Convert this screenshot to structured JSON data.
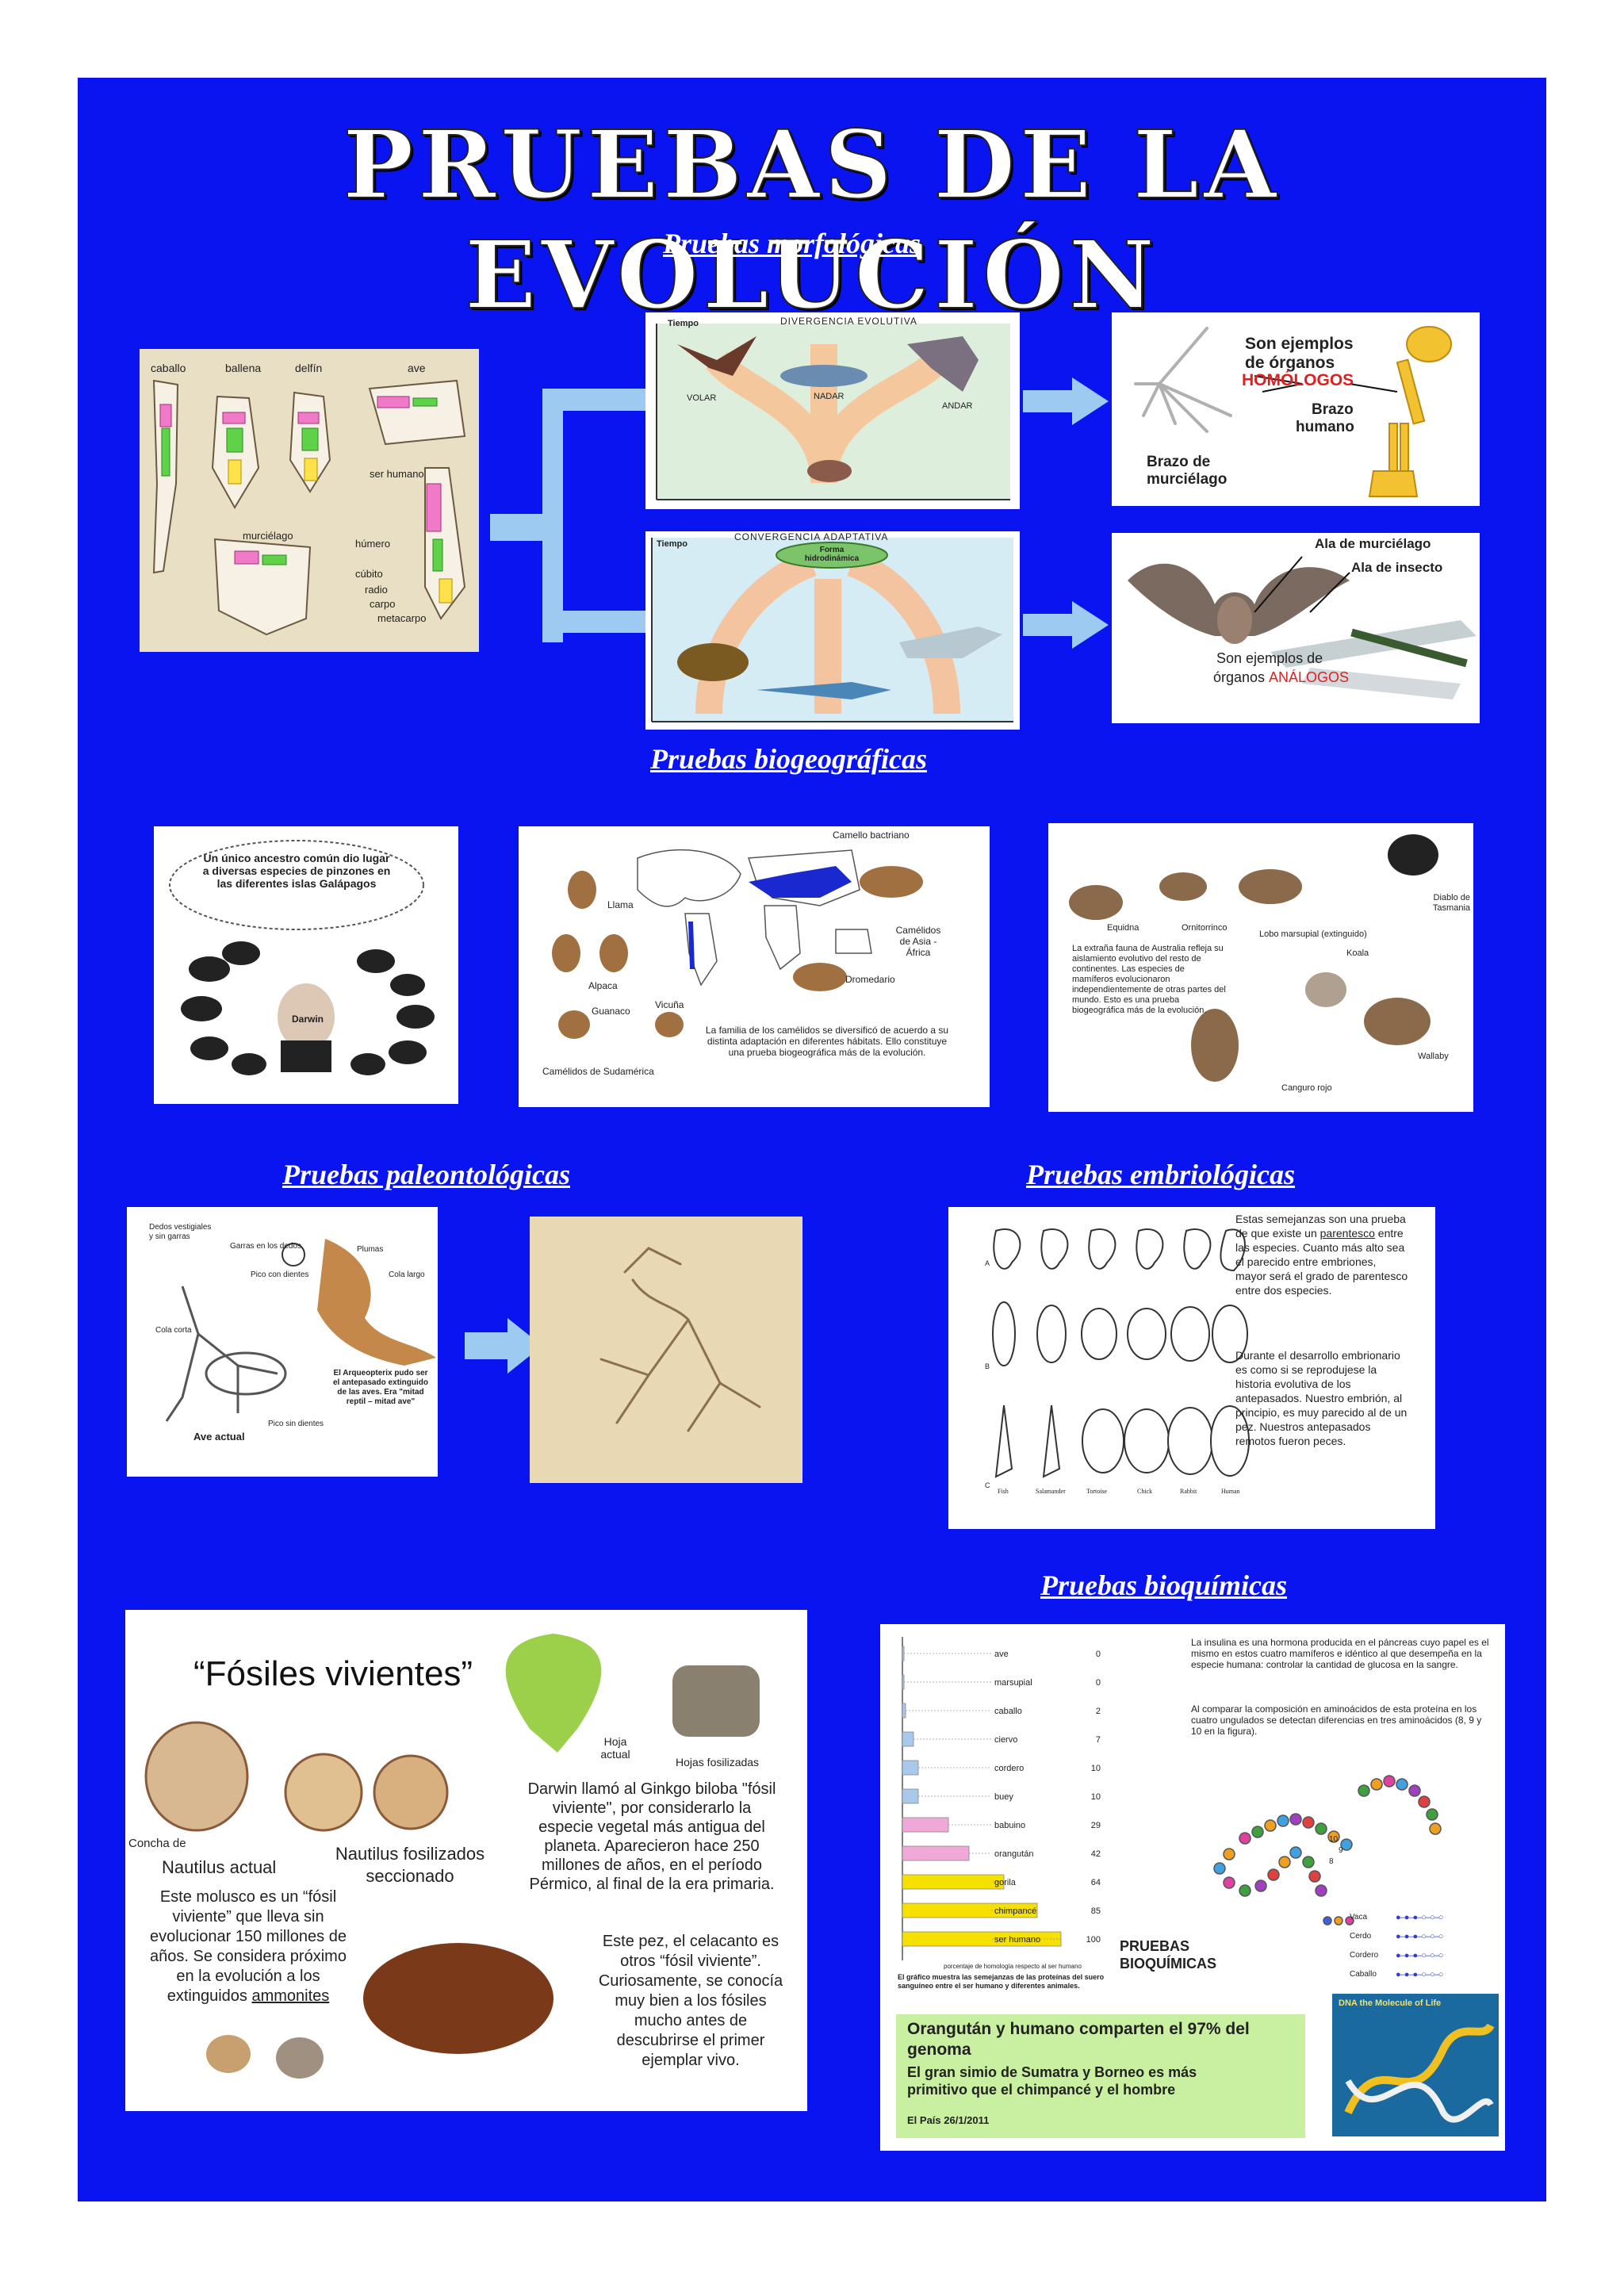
{
  "title": "PRUEBAS DE LA EVOLUCIÓN",
  "sections": {
    "morfologicas": "Pruebas morfológicas",
    "biogeograficas": "Pruebas biogeográficas",
    "paleontologicas": "Pruebas paleontológicas",
    "embriologicas": "Pruebas embriológicas",
    "bioquimicas": "Pruebas bioquímicas"
  },
  "morph": {
    "limbs": [
      "caballo",
      "ballena",
      "delfín",
      "ave",
      "ser humano",
      "murciélago",
      "húmero",
      "cúbito",
      "radio",
      "carpo",
      "metacarpo"
    ],
    "divergence": {
      "tiempo": "Tiempo",
      "title": "DIVERGENCIA EVOLUTIVA",
      "volar": "VOLAR",
      "nadar": "NADAR",
      "andar": "ANDAR"
    },
    "convergence": {
      "tiempo": "Tiempo",
      "title": "CONVERGENCIA ADAPTATIVA",
      "forma": "Forma hidrodinámica"
    },
    "homologos": {
      "l1": "Son ejemplos",
      "l2": "de órganos",
      "l3": "HOMÓLOGOS",
      "brazo_humano_1": "Brazo",
      "brazo_humano_2": "humano",
      "brazo_murc_1": "Brazo de",
      "brazo_murc_2": "murciélago"
    },
    "analogos": {
      "ala_murc": "Ala de murciélago",
      "ala_insecto": "Ala de insecto",
      "l1": "Son ejemplos de",
      "l2": "órganos",
      "l3": "ANÁLOGOS"
    }
  },
  "biogeo": {
    "galapagos": {
      "bubble": "Un único ancestro común dio lugar a diversas especies de pinzones en las diferentes islas Galápagos",
      "darwin": "Darwin"
    },
    "camelidos": {
      "bactriano": "Camello bactriano",
      "llama": "Llama",
      "alpaca": "Alpaca",
      "guanaco": "Guanaco",
      "vicuna": "Vicuña",
      "asia": "Camélidos de Asia - África",
      "dromedario": "Dromedario",
      "sudamerica": "Camélidos de Sudamérica",
      "text": "La familia de los camélidos se diversificó de acuerdo a su distinta adaptación en diferentes hábitats. Ello constituye una prueba biogeográfica más de la evolución."
    },
    "australia": {
      "diablo": "Diablo de Tasmania",
      "equidna": "Equidna",
      "ornitorrinco": "Ornitorrinco",
      "lobo": "Lobo marsupial (extinguido)",
      "koala": "Koala",
      "wallaby": "Wallaby",
      "canguro": "Canguro rojo",
      "text": "La extraña fauna de Australia refleja su aislamiento evolutivo del resto de continentes. Las especies de mamíferos evolucionaron independientemente de otras partes del mundo. Esto es una prueba biogeográfica más de la evolución."
    }
  },
  "paleo": {
    "dedos": "Dedos vestigiales y sin garras",
    "garras": "Garras en los dedos",
    "plumas": "Plumas",
    "pico_dientes": "Pico con dientes",
    "cola_larga": "Cola largo",
    "cola_corta": "Cola corta",
    "arqueo": "El Arqueopterix pudo ser el antepasado extinguido de las aves. Era \"mitad reptil – mitad ave\"",
    "pico_sin": "Pico sin dientes",
    "ave_actual": "Ave actual"
  },
  "embrio": {
    "rows": [
      "A",
      "B",
      "C"
    ],
    "species": [
      "Fish",
      "Salamander",
      "Tortoise",
      "Chick",
      "Rabbit",
      "Human"
    ],
    "text_pre": "Estas semejanzas son una prueba de que existe un ",
    "text_link": "parentesco",
    "text_post": " entre las especies. Cuanto más alto sea el parecido entre embriones, mayor será el grado de parentesco entre dos especies.",
    "text2": "Durante el desarrollo embrionario es como si se reprodujese la historia evolutiva de los antepasados. Nuestro embrión, al principio, es muy parecido al de un pez. Nuestros antepasados remotos fueron peces."
  },
  "fosiles": {
    "title": "“Fósiles vivientes”",
    "hoja_actual": "Hoja actual",
    "hojas_fos": "Hojas fosilizadas",
    "ginkgo": "Darwin llamó al Ginkgo biloba \"fósil viviente\", por considerarlo la especie vegetal más antigua del planeta. Aparecieron hace 250 millones de años, en el período Pérmico, al final de la era primaria.",
    "concha": "Concha de",
    "nautilus_actual": "Nautilus actual",
    "nautilus_fos": "Nautilus fosilizados seccionado",
    "molusco_pre": "Este molusco es un “fósil viviente” que lleva sin evolucionar 150 millones de años. Se considera próximo en la evolución a los extinguidos ",
    "molusco_link": "ammonites",
    "celacanto": "Este pez, el celacanto es otros “fósil viviente”. Curiosamente, se conocía muy bien a los fósiles mucho antes de descubrirse el primer ejemplar vivo."
  },
  "bioq": {
    "chart_data": {
      "type": "bar",
      "categories": [
        "ave",
        "marsupial",
        "caballo",
        "ciervo",
        "cordero",
        "buey",
        "babuino",
        "orangután",
        "gorila",
        "chimpancé",
        "ser humano"
      ],
      "values": [
        0,
        0,
        2,
        7,
        10,
        10,
        29,
        42,
        64,
        85,
        100
      ],
      "xlim": [
        0,
        100
      ],
      "note": "porcentaje de homología respecto al ser humano"
    },
    "caption": "El gráfico muestra las semejanzas de las proteínas del suero sanguíneo entre el ser humano y diferentes animales.",
    "insulina1": "La insulina es una hormona producida en el páncreas cuyo papel es el mismo en estos cuatro mamíferos e idéntico al que desempeña en la especie humana: controlar la cantidad de glucosa en la sangre.",
    "insulina2": "Al comparar la composición en aminoácidos de esta proteína en los cuatro ungulados se detectan diferencias en tres aminoácidos (8, 9 y 10 en la figura).",
    "aa_numbers": [
      "10",
      "9",
      "8"
    ],
    "ungulados": [
      "Vaca",
      "Cerdo",
      "Cordero",
      "Caballo"
    ],
    "pruebas1": "PRUEBAS",
    "pruebas2": "BIOQUÍMICAS",
    "dna": "DNA the Molecule of Life",
    "news_title": "Orangután y humano comparten el 97% del genoma",
    "news_sub": "El gran simio de Sumatra y Borneo es más primitivo que el chimpancé y el hombre",
    "news_src": "El País  26/1/2011"
  },
  "colors": {
    "background": "#0a14f0",
    "arrow": "#9ccaf0",
    "bar_blue": "#a8c8ec",
    "bar_pink": "#f0a8d8",
    "bar_yellow": "#f5e000",
    "news_bg": "#c8f0a0"
  }
}
